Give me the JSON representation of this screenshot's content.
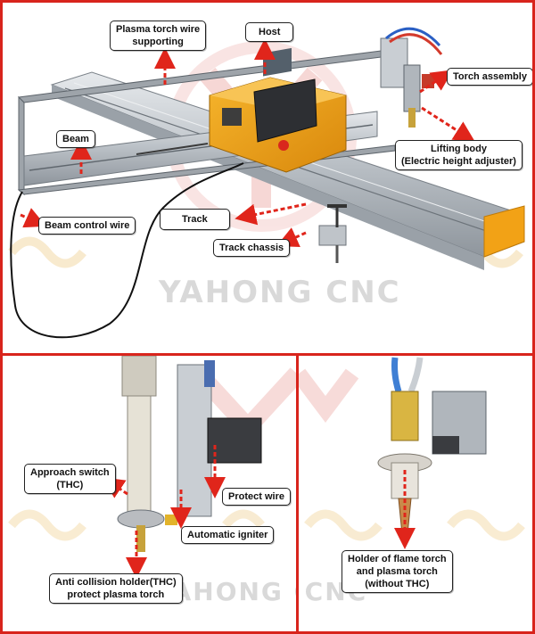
{
  "top_panel": {
    "labels": {
      "plasma_torch_wire": [
        "Plasma torch wire",
        "supporting"
      ],
      "host": "Host",
      "torch_assembly": "Torch assembly",
      "beam": "Beam",
      "lifting_body": [
        "Lifting body",
        "(Electric height adjuster)"
      ],
      "track": "Track",
      "beam_control_wire": "Beam control wire",
      "track_chassis": "Track chassis"
    },
    "watermark": "YAHONG CNC"
  },
  "bottom_left_panel": {
    "labels": {
      "approach_switch": [
        "Approach switch",
        "(THC)"
      ],
      "protect_wire": "Protect wire",
      "automatic_igniter": "Automatic igniter",
      "anti_collision": [
        "Anti collision holder(THC)",
        "protect plasma torch"
      ]
    },
    "watermark": "YAHONG CNC"
  },
  "bottom_right_panel": {
    "labels": {
      "holder": [
        "Holder of flame torch",
        "and plasma torch",
        "(without THC)"
      ]
    },
    "watermark": "YAHONG CNC"
  },
  "colors": {
    "frame_red": "#d8241c",
    "arrow_red": "#e0251b",
    "host_orange": "#f2a216",
    "track_aluminium": "#c9ced3",
    "watermark_gold": "#f3d9a6"
  }
}
